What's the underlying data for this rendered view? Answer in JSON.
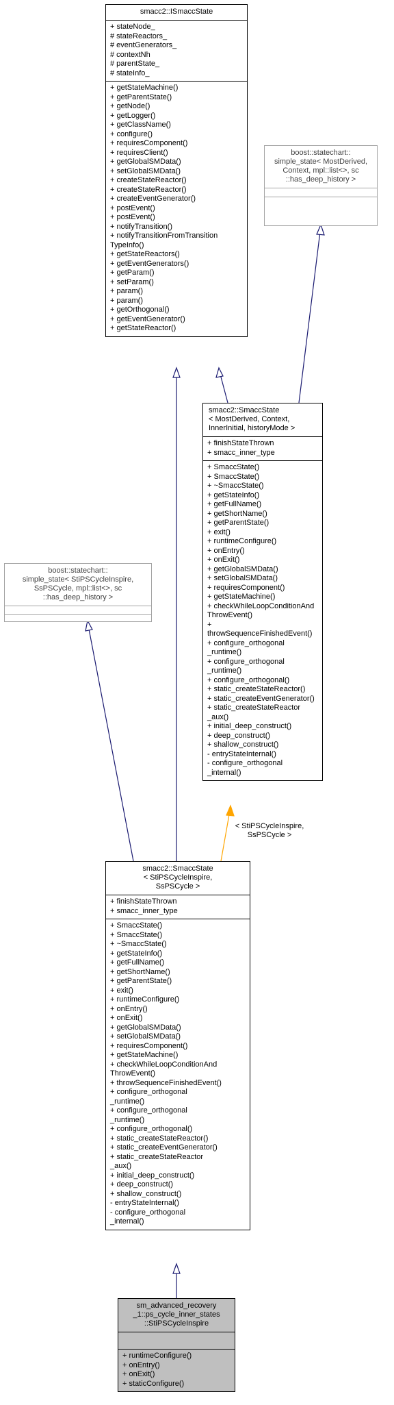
{
  "nodes": {
    "ismacc": {
      "title": "smacc2::ISmaccState",
      "attributes": [
        "+ stateNode_",
        "# stateReactors_",
        "# eventGenerators_",
        "# contextNh",
        "# parentState_",
        "# stateInfo_"
      ],
      "methods": [
        "+ getStateMachine()",
        "+ getParentState()",
        "+ getNode()",
        "+ getLogger()",
        "+ getClassName()",
        "+ configure()",
        "+ requiresComponent()",
        "+ requiresClient()",
        "+ getGlobalSMData()",
        "+ setGlobalSMData()",
        "+ createStateReactor()",
        "+ createStateReactor()",
        "+ createEventGenerator()",
        "+ postEvent()",
        "+ postEvent()",
        "+ notifyTransition()",
        "+ notifyTransitionFromTransition\nTypeInfo()",
        "+ getStateReactors()",
        "+ getEventGenerators()",
        "+ getParam()",
        "+ setParam()",
        "+ param()",
        "+ param()",
        "+ getOrthogonal()",
        "+ getEventGenerator()",
        "+ getStateReactor()"
      ]
    },
    "simple_generic": {
      "title": "boost::statechart::\nsimple_state< MostDerived,\nContext, mpl::list<>, sc\n::has_deep_history >",
      "attributes": [],
      "methods": []
    },
    "smacc_generic": {
      "title": "smacc2::SmaccState\n< MostDerived, Context,\nInnerInitial, historyMode >",
      "attributes": [
        "+ finishStateThrown",
        "+ smacc_inner_type"
      ],
      "methods": [
        "+ SmaccState()",
        "+ SmaccState()",
        "+ ~SmaccState()",
        "+ getStateInfo()",
        "+ getFullName()",
        "+ getShortName()",
        "+ getParentState()",
        "+ exit()",
        "+ runtimeConfigure()",
        "+ onEntry()",
        "+ onExit()",
        "+ getGlobalSMData()",
        "+ setGlobalSMData()",
        "+ requiresComponent()",
        "+ getStateMachine()",
        "+ checkWhileLoopConditionAnd\nThrowEvent()",
        "+ throwSequenceFinishedEvent()",
        "+ configure_orthogonal\n_runtime()",
        "+ configure_orthogonal\n_runtime()",
        "+ configure_orthogonal()",
        "+ static_createStateReactor()",
        "+ static_createEventGenerator()",
        "+ static_createStateReactor\n_aux()",
        "+ initial_deep_construct()",
        "+ deep_construct()",
        "+ shallow_construct()",
        "- entryStateInternal()",
        "- configure_orthogonal\n_internal()"
      ]
    },
    "simple_specific": {
      "title": "boost::statechart::\nsimple_state< StiPSCycleInspire,\nSsPSCycle, mpl::list<>, sc\n::has_deep_history >",
      "attributes": [],
      "methods": []
    },
    "smacc_specific": {
      "title": "smacc2::SmaccState\n< StiPSCycleInspire,\nSsPSCycle >",
      "attributes": [
        "+ finishStateThrown",
        "+ smacc_inner_type"
      ],
      "methods": [
        "+ SmaccState()",
        "+ SmaccState()",
        "+ ~SmaccState()",
        "+ getStateInfo()",
        "+ getFullName()",
        "+ getShortName()",
        "+ getParentState()",
        "+ exit()",
        "+ runtimeConfigure()",
        "+ onEntry()",
        "+ onExit()",
        "+ getGlobalSMData()",
        "+ setGlobalSMData()",
        "+ requiresComponent()",
        "+ getStateMachine()",
        "+ checkWhileLoopConditionAnd\nThrowEvent()",
        "+ throwSequenceFinishedEvent()",
        "+ configure_orthogonal\n_runtime()",
        "+ configure_orthogonal\n_runtime()",
        "+ configure_orthogonal()",
        "+ static_createStateReactor()",
        "+ static_createEventGenerator()",
        "+ static_createStateReactor\n_aux()",
        "+ initial_deep_construct()",
        "+ deep_construct()",
        "+ shallow_construct()",
        "- entryStateInternal()",
        "- configure_orthogonal\n_internal()"
      ]
    },
    "inspire": {
      "title": "sm_advanced_recovery\n_1::ps_cycle_inner_states\n::StiPSCycleInspire",
      "attributes": [],
      "methods": [
        "+ runtimeConfigure()",
        "+ onEntry()",
        "+ onExit()",
        "+ staticConfigure()"
      ]
    }
  },
  "edge_labels": {
    "template_binding": "< StiPSCycleInspire,\nSsPSCycle >"
  },
  "colors": {
    "inheritance_arrow": "#191970",
    "template_arrow": "#ffa500",
    "gray_box_border": "#a3a3a3",
    "highlight_fill": "#bfbfbf"
  }
}
